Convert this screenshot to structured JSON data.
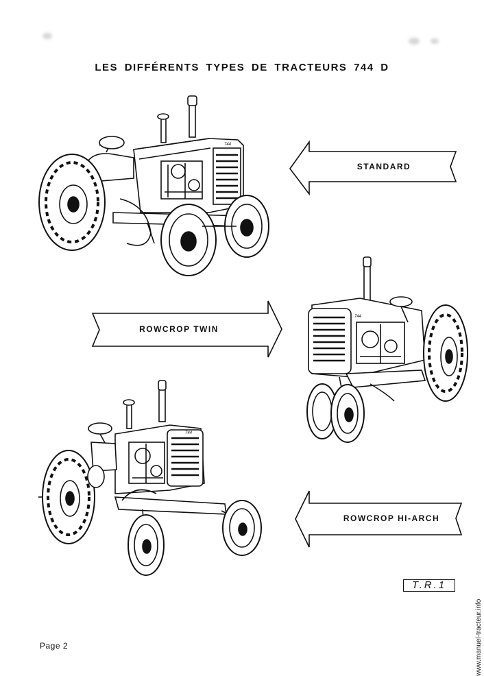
{
  "page": {
    "title": "LES DIFFÉRENTS TYPES DE TRACTEURS 744 D",
    "page_number": "Page 2",
    "reference": "T.R.1",
    "watermark": "www.manuel-tracteur.info"
  },
  "arrows": [
    {
      "label": "STANDARD",
      "direction": "left"
    },
    {
      "label": "ROWCROP TWIN",
      "direction": "right"
    },
    {
      "label": "ROWCROP HI-ARCH",
      "direction": "left"
    }
  ],
  "tractors": [
    {
      "icon": "tractor-standard-icon",
      "badge": "744"
    },
    {
      "icon": "tractor-rowcrop-twin-icon",
      "badge": "744"
    },
    {
      "icon": "tractor-rowcrop-hiarch-icon",
      "badge": "744"
    }
  ],
  "colors": {
    "ink": "#111111",
    "paper": "#ffffff"
  }
}
